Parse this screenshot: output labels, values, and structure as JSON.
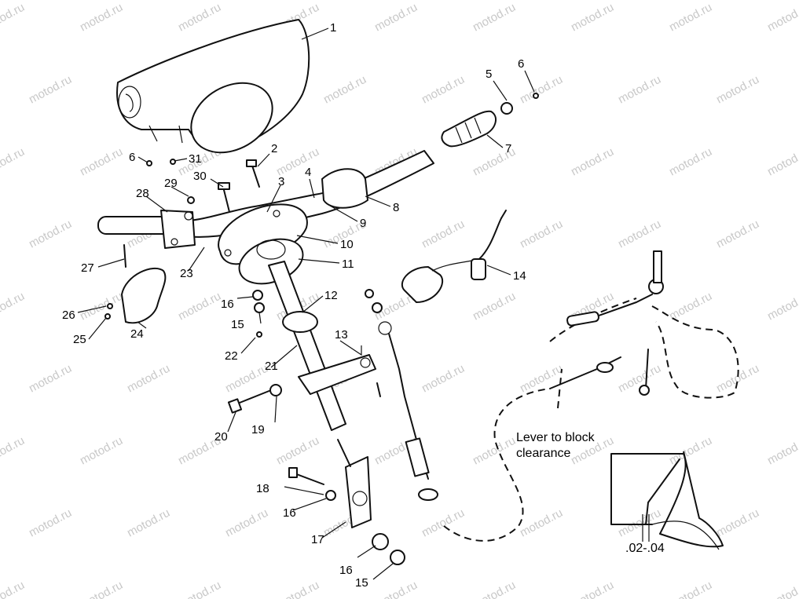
{
  "watermark": "motod.ru",
  "callouts": [
    "1",
    "2",
    "3",
    "4",
    "5",
    "6",
    "7",
    "8",
    "9",
    "10",
    "11",
    "12",
    "13",
    "14",
    "15",
    "16",
    "17",
    "18",
    "19",
    "20",
    "21",
    "22",
    "23",
    "24",
    "25",
    "26",
    "27",
    "28",
    "29",
    "30",
    "31"
  ],
  "repeat_callouts": {
    "c6b": "6",
    "c16b": "16",
    "c16c": "16",
    "c15b": "15"
  },
  "notes": {
    "lever_line1": "Lever to block",
    "lever_line2": "clearance",
    "clearance_value": ".02-.04"
  },
  "icons": [
    "handlebar-pad",
    "handlebar",
    "throttle-cable",
    "brake-lever",
    "tether-switch"
  ]
}
